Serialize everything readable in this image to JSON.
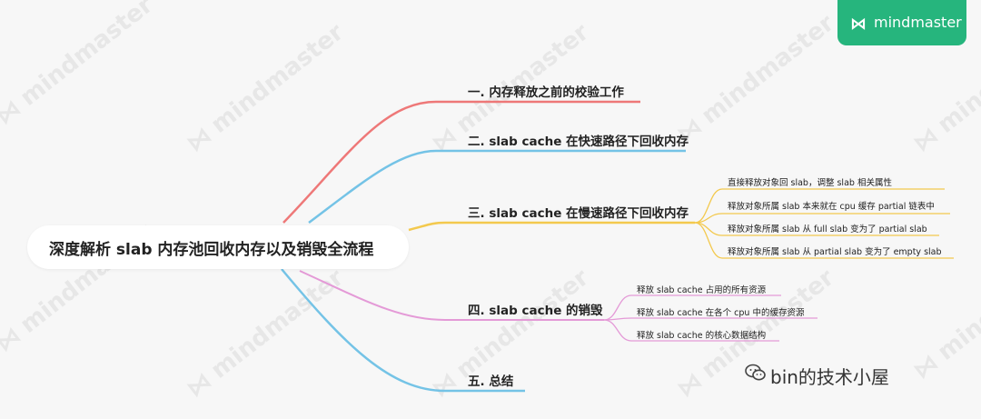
{
  "brand": {
    "name": "mindmaster",
    "watermark": "mindmaster"
  },
  "colors": {
    "red": "#ee7878",
    "blue": "#74c3e6",
    "yellow": "#f3c94e",
    "pink": "#e49ad7",
    "cyan": "#74c3e6"
  },
  "mindmap": {
    "root": "深度解析 slab 内存池回收内存以及销毁全流程",
    "branches": [
      {
        "label": "一. 内存释放之前的校验工作",
        "children": []
      },
      {
        "label": "二. slab cache 在快速路径下回收内存",
        "children": []
      },
      {
        "label": "三. slab cache 在慢速路径下回收内存",
        "children": [
          "直接释放对象回 slab，调整 slab 相关属性",
          "释放对象所属 slab 本来就在 cpu 缓存 partial 链表中",
          "释放对象所属 slab 从 full slab 变为了 partial slab",
          "释放对象所属 slab 从 partial slab 变为了 empty slab"
        ]
      },
      {
        "label": "四. slab cache 的销毁",
        "children": [
          "释放 slab cache 占用的所有资源",
          "释放 slab cache 在各个 cpu 中的缓存资源",
          "释放 slab cache 的核心数据结构"
        ]
      },
      {
        "label": "五. 总结",
        "children": []
      }
    ]
  },
  "footer": {
    "account": "bin的技术小屋",
    "icon": "wechat-icon"
  }
}
